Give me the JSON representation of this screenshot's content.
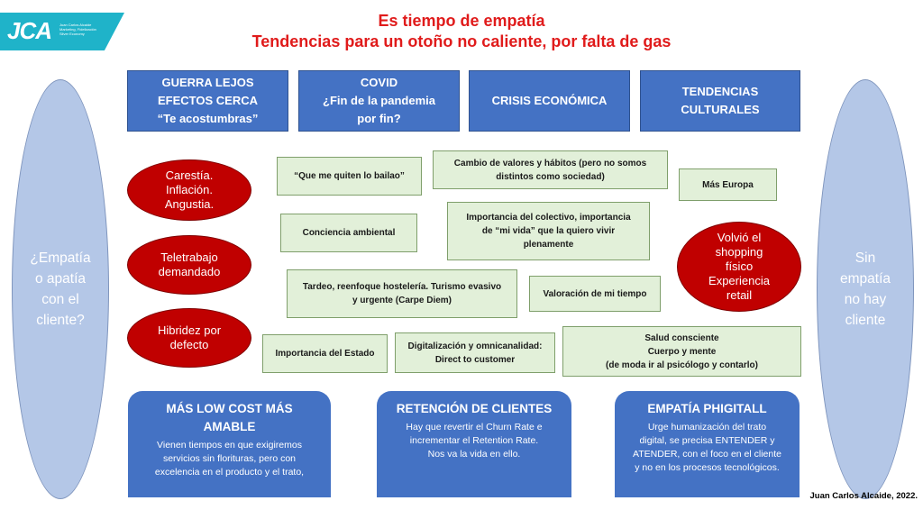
{
  "logo": {
    "mark": "JCA",
    "lines": [
      "Juan Carlos Alcaide",
      "Marketing, Fidelización",
      "Silver Economy"
    ],
    "color": "#1fb3c9"
  },
  "title": {
    "line1": "Es tiempo de empatía",
    "line2": "Tendencias para un otoño no caliente, por falta de gas",
    "color": "#e01b1b"
  },
  "side": {
    "left": "¿Empatía\no apatía\ncon el\ncliente?",
    "right": "Sin\nempatía\nno hay\ncliente"
  },
  "headers": [
    "GUERRA LEJOS\nEFECTOS CERCA\n“Te acostumbras”",
    "COVID\n¿Fin de la pandemia\npor fin?",
    "CRISIS ECONÓMICA",
    "TENDENCIAS\nCULTURALES"
  ],
  "red_circles": [
    "Carestía.\nInflación.\nAngustia.",
    "Teletrabajo\ndemandado",
    "Hibridez por\ndefecto",
    "Volvió el\nshopping\nfísico\nExperiencia\nretail"
  ],
  "trends": [
    "“Que me quiten lo bailao”",
    "Cambio de valores y hábitos (pero no somos\ndistintos como sociedad)",
    "Más Europa",
    "Conciencia ambiental",
    "Importancia del colectivo, importancia\nde “mi vida” que la quiero vivir\nplenamente",
    "Tardeo, reenfoque hostelería. Turismo evasivo\ny urgente (Carpe Diem)",
    "Valoración de mi tiempo",
    "Importancia del Estado",
    "Digitalización y omnicanalidad:\nDirect to customer",
    "Salud consciente\nCuerpo y mente\n(de moda ir al psicólogo y contarlo)"
  ],
  "bottom": [
    {
      "title": "MÁS LOW COST MÁS\nAMABLE",
      "text": "Vienen tiempos en que exigiremos\nservicios sin florituras, pero con\nexcelencia en el producto  y el trato,"
    },
    {
      "title": "RETENCIÓN DE CLIENTES",
      "text": "Hay que revertir el Churn Rate e\nincrementar el Retention Rate.\nNos va la vida en ello."
    },
    {
      "title": "EMPATÍA PHIGITALL",
      "text": "Urge humanización del trato\ndigital, se precisa ENTENDER y\nATENDER, con el foco en el cliente\ny no en los procesos tecnológicos."
    }
  ],
  "credit": "Juan Carlos Alcaide, 2022.",
  "colors": {
    "header_blue": "#4472c4",
    "trend_green": "#e2f0d9",
    "circle_red": "#c00000",
    "side_oval": "#b4c7e7"
  }
}
